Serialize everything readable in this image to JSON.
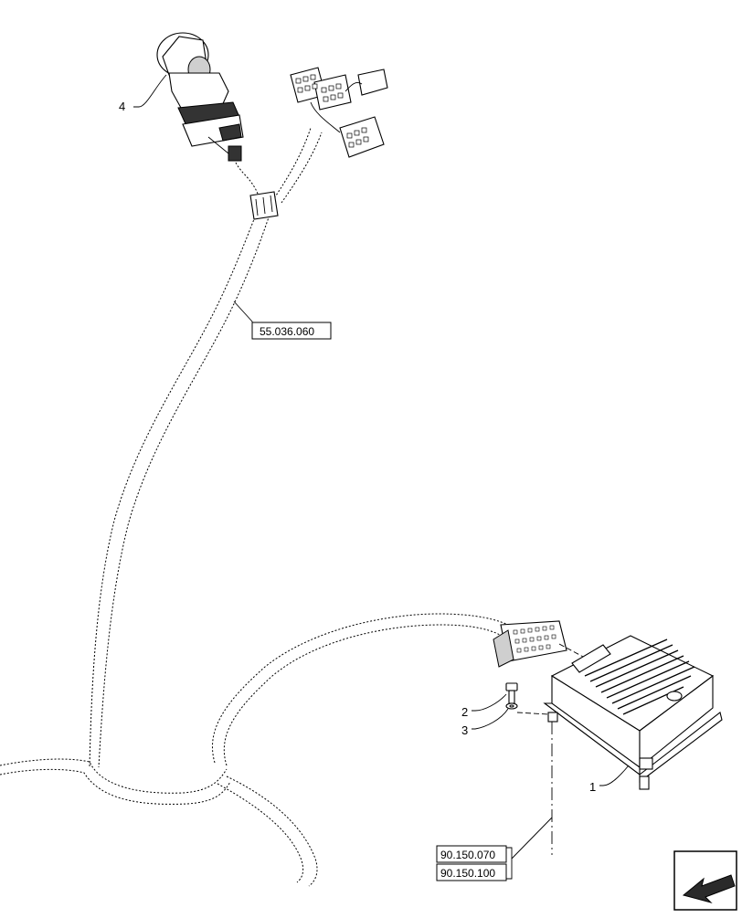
{
  "callouts": [
    {
      "id": "4",
      "label": "4"
    },
    {
      "id": "2",
      "label": "2"
    },
    {
      "id": "3",
      "label": "3"
    },
    {
      "id": "1",
      "label": "1"
    }
  ],
  "references": {
    "harness": "55.036.060",
    "ref_a": "90.150.070",
    "ref_b": "90.150.100"
  },
  "icons": {
    "navigation_arrow": "arrow-back-icon"
  }
}
